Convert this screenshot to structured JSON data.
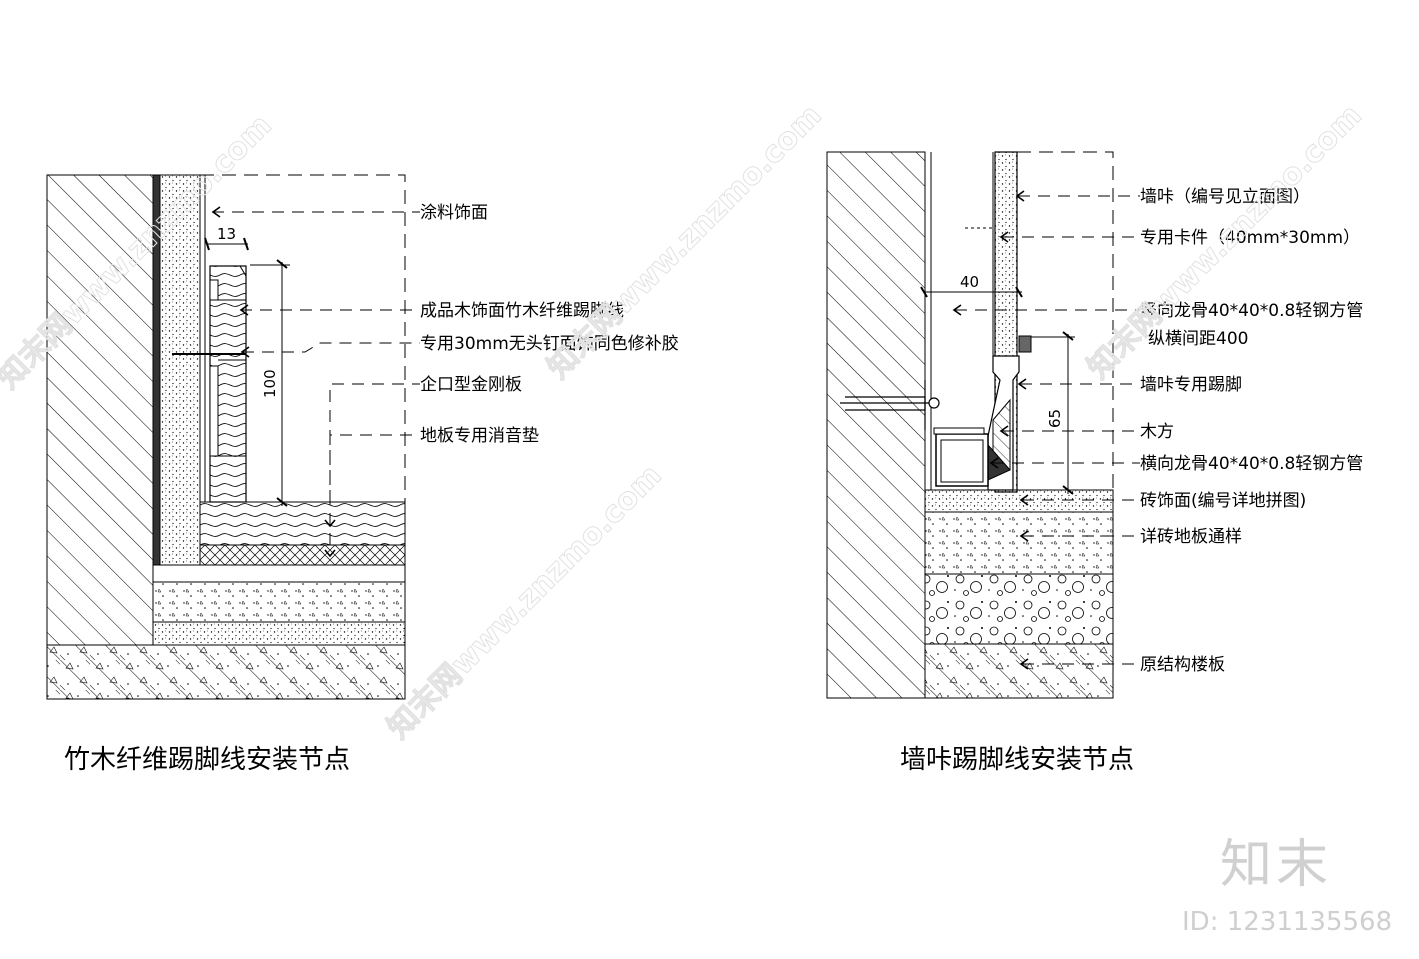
{
  "left": {
    "title": "竹木纤维踢脚线安装节点",
    "labels": [
      "涂料饰面",
      "成品木饰面竹木纤维踢脚线",
      "专用30mm无头钉面饰同色修补胶",
      "企口型金刚板",
      "地板专用消音垫"
    ],
    "dims": {
      "width": "13",
      "height": "100"
    }
  },
  "right": {
    "title": "墙咔踢脚线安装节点",
    "labels": [
      "墙咔（编号见立面图）",
      "专用卡件（40mm*30mm）",
      "竖向龙骨40*40*0.8轻钢方管",
      "纵横间距400",
      "墙咔专用踢脚",
      "木方",
      "横向龙骨40*40*0.8轻钢方管",
      "砖饰面(编号详地拼图)",
      "详砖地板通样",
      "原结构楼板"
    ],
    "dims": {
      "width": "40",
      "height": "65"
    }
  },
  "watermark": {
    "brand": "知末",
    "id": "ID: 1231135568",
    "site": "知末网www.znzmo.com"
  }
}
